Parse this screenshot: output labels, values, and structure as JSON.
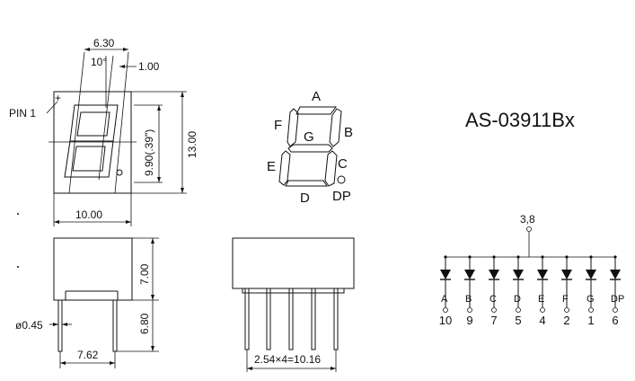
{
  "part_number": "AS-03911Bx",
  "front_view": {
    "pin1_label": "PIN 1",
    "width_top": "6.30",
    "angle": "10°",
    "seg_width": "1.00",
    "digit_height": "9.90(.39\")",
    "total_height": "13.00",
    "total_width": "10.00"
  },
  "segment_diagram": {
    "labels": {
      "a": "A",
      "b": "B",
      "c": "C",
      "d": "D",
      "e": "E",
      "f": "F",
      "g": "G",
      "dp": "DP"
    }
  },
  "side_view": {
    "body_height": "7.00",
    "pin_length": "6.80",
    "pin_diameter": "ø0.45",
    "pin_spacing_row": "7.62"
  },
  "bottom_view": {
    "pitch_label": "2.54×4=10.16"
  },
  "circuit": {
    "common_pins": "3,8",
    "segments": [
      {
        "name": "A",
        "pin": "10"
      },
      {
        "name": "B",
        "pin": "9"
      },
      {
        "name": "C",
        "pin": "7"
      },
      {
        "name": "D",
        "pin": "5"
      },
      {
        "name": "E",
        "pin": "4"
      },
      {
        "name": "F",
        "pin": "2"
      },
      {
        "name": "G",
        "pin": "1"
      },
      {
        "name": "DP",
        "pin": "6"
      }
    ]
  }
}
